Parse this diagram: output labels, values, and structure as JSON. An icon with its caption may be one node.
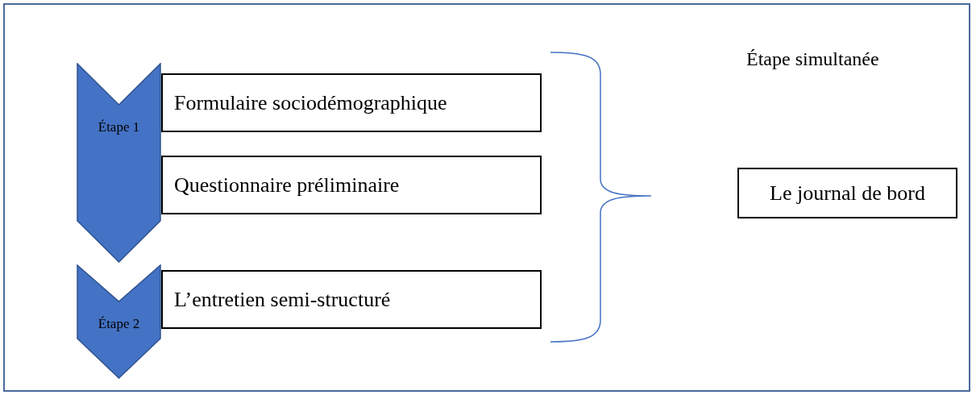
{
  "diagram": {
    "nodes": [
      {
        "text": [
          "Étape 1"
        ]
      },
      {
        "text": [
          "Formulaire sociodémographique"
        ]
      },
      {
        "text": [
          "Questionnaire préliminaire"
        ]
      },
      {
        "text": [
          "Étape 2"
        ]
      },
      {
        "text": [
          "L’entretien semi-structuré"
        ]
      },
      {
        "text": [
          "Le journal de bord"
        ]
      }
    ],
    "labels": [
      "Étape simultanée"
    ]
  }
}
